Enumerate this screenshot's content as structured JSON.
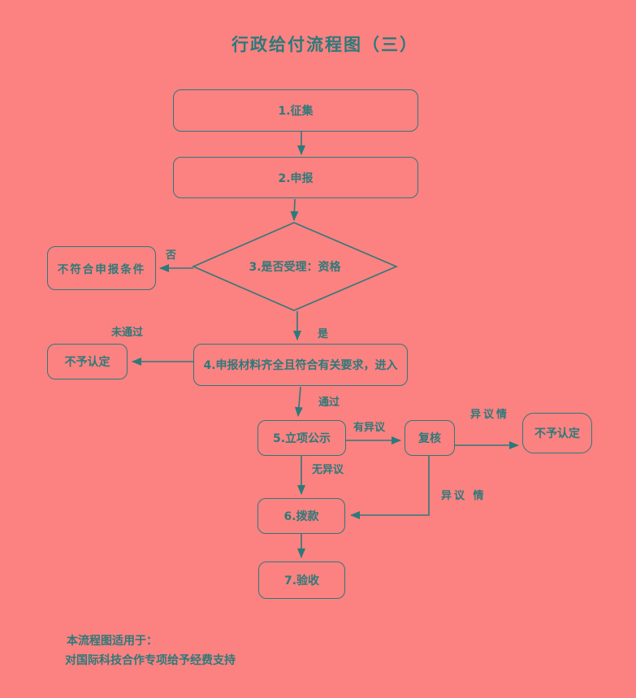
{
  "title": "行政给付流程图（三）",
  "colors": {
    "background": "#FC8181",
    "line": "#2C7A7A"
  },
  "nodes": {
    "collection": {
      "label": "1.征集"
    },
    "declaration": {
      "label": "2.申报"
    },
    "decision": {
      "label": "3.是否受理：资格"
    },
    "reject_condition": {
      "label": "不符合申报条件"
    },
    "materials": {
      "label": "4.申报材料齐全且符合有关要求，进入"
    },
    "no_recognition_left": {
      "label": "不予认定"
    },
    "publicity": {
      "label": "5.立项公示"
    },
    "review": {
      "label": "复核"
    },
    "no_recognition_right": {
      "label": "不予认定"
    },
    "funding": {
      "label": "6.拨款"
    },
    "acceptance": {
      "label": "7.验收"
    }
  },
  "edge_labels": {
    "no": "否",
    "yes": "是",
    "not_passed": "未通过",
    "passed": "通过",
    "has_objection": "有异议",
    "no_objection": "无异议",
    "objection_top": "异议情",
    "objection_bottom": "异议 情"
  },
  "footer": {
    "line1": "本流程图适用于：",
    "line2": "对国际科技合作专项给予经费支持"
  }
}
